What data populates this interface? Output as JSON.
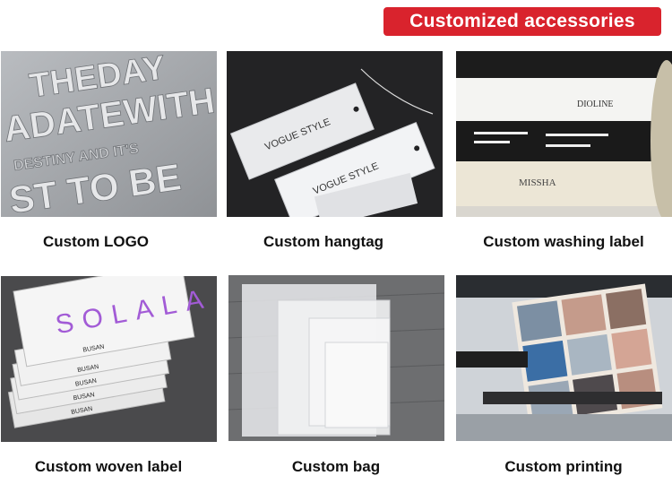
{
  "header": {
    "title": "Customized accessories"
  },
  "products": [
    {
      "label": "Custom LOGO",
      "image": "logo-emboss-photo",
      "text": [
        "THEDAY",
        "ADATEWITH",
        "ST TO BE",
        "DESTINY AND IT'S"
      ]
    },
    {
      "label": "Custom hangtag",
      "image": "hangtag-photo",
      "text": [
        "VOGUE STYLE",
        "VOGUE STYLE"
      ]
    },
    {
      "label": "Custom washing label",
      "image": "washing-label-photo",
      "text": [
        "DIOLINE",
        "MISSHA"
      ]
    },
    {
      "label": "Custom woven label",
      "image": "woven-label-photo",
      "text": [
        "SOLALA",
        "BUSAN",
        "BUSAN",
        "BUSAN",
        "BUSAN",
        "BUSAN"
      ]
    },
    {
      "label": "Custom bag",
      "image": "frosted-bag-photo"
    },
    {
      "label": "Custom printing",
      "image": "fabric-printer-photo"
    }
  ],
  "colors": {
    "accent": "#d9232d"
  }
}
